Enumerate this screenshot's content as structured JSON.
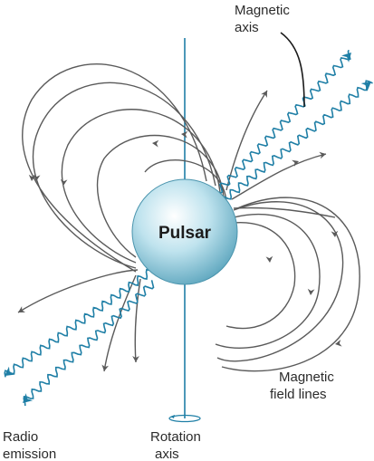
{
  "labels": {
    "magnetic_axis": [
      "Magnetic",
      "axis"
    ],
    "pulsar": "Pulsar",
    "magnetic_field_lines": [
      "Magnetic",
      "field lines"
    ],
    "radio_emission": [
      "Radio",
      "emission"
    ],
    "rotation_axis": [
      "Rotation",
      "axis"
    ]
  },
  "colors": {
    "accent": "#1f7fa6",
    "field_lines": "#5a5a5a",
    "text": "#2b2b2b",
    "sphere_light": "#ffffff",
    "sphere_mid": "#b9e0ec",
    "sphere_dark": "#4d9bb5"
  },
  "icons": {
    "field_arrow": "arrowhead",
    "beam_arrow": "arrowhead",
    "rotation_indicator": "ellipse-arrow"
  }
}
